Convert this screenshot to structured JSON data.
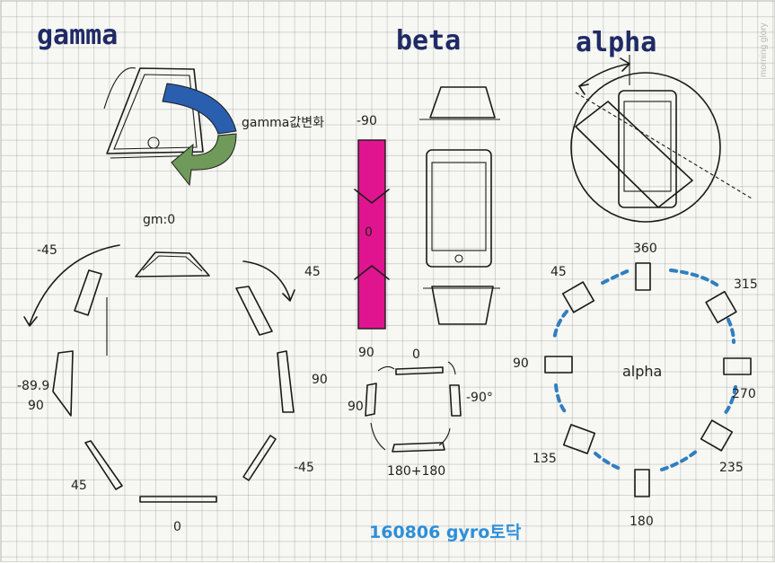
{
  "titles": {
    "gamma": "gamma",
    "beta": "beta",
    "alpha": "alpha"
  },
  "brand": "morning glory",
  "gamma": {
    "note": "gamma값변화",
    "top_label": "gm:0",
    "labels": [
      "-45",
      "45",
      "-89.9",
      "90",
      "90",
      "45",
      "-45",
      "0"
    ]
  },
  "beta": {
    "bar_labels": [
      "-90",
      "0",
      "90"
    ],
    "ring_labels": [
      "0",
      "90",
      "-90°",
      "180+180"
    ],
    "ring_label_left": "90"
  },
  "alpha": {
    "center_label": "alpha",
    "angles": [
      "360",
      "315",
      "270",
      "235",
      "180",
      "135",
      "90",
      "45"
    ]
  },
  "footer": "160806 gyro토닥"
}
